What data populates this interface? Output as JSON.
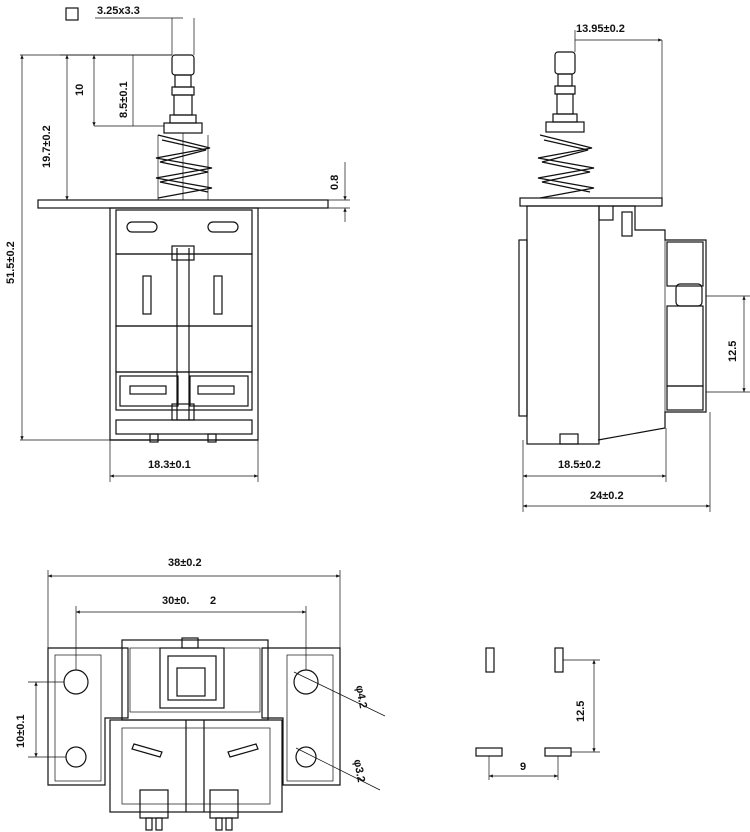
{
  "dimensions": {
    "cap_size": "3.25x3.3",
    "shaft_length": "10",
    "shaft_travel": "8.5±0.1",
    "bracket_height": "19.7±0.2",
    "total_height": "51.5±0.2",
    "bracket_thickness": "0.8",
    "front_width": "18.3±0.1",
    "side_offset": "13.95±0.2",
    "side_pin_pitch": "12.5",
    "side_body_depth": "18.5±0.2",
    "side_total_depth": "24±0.2",
    "bottom_total_width": "38±0.2",
    "bottom_hole_pitch": "30±0.",
    "bottom_hole_pitch_suffix": "2",
    "bottom_vertical_pitch": "10±0.1",
    "hole_large": "φ4.2",
    "hole_small": "φ3.2",
    "pcb_pitch_vertical": "12.5",
    "pcb_pitch_horizontal": "9"
  }
}
